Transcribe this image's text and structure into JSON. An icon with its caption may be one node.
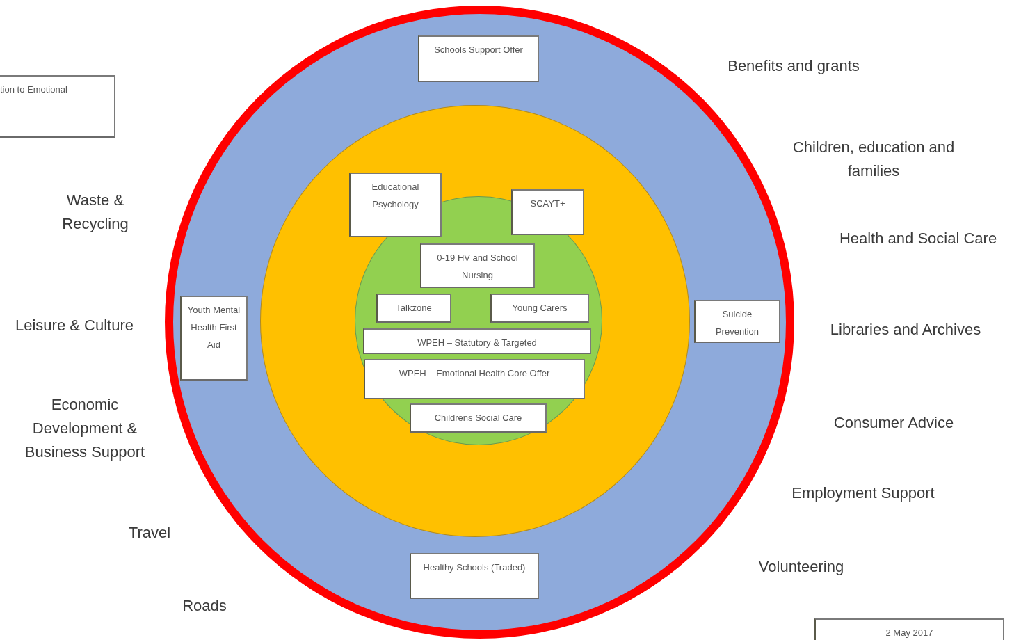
{
  "diagram": {
    "nodes": [
      {
        "text": [],
        "shape": "circle"
      },
      {
        "text": [],
        "shape": "circle",
        "in": 0
      },
      {
        "text": [],
        "shape": "circle",
        "in": 1
      },
      {
        "text": [
          "Schools Support Offer"
        ],
        "in": 0
      },
      {
        "text": [
          "Educational Psychology"
        ],
        "in": 1
      },
      {
        "text": [
          "SCAYT+"
        ],
        "in": 1
      },
      {
        "text": [
          "0-19 HV and School Nursing"
        ],
        "in": 2
      },
      {
        "text": [
          "Talkzone"
        ],
        "in": 2
      },
      {
        "text": [
          "Young Carers"
        ],
        "in": 2
      },
      {
        "text": [
          "WPEH – Statutory & Targeted"
        ],
        "in": 2
      },
      {
        "text": [
          "WPEH – Emotional Health Core Offer"
        ],
        "in": 2
      },
      {
        "text": [
          "Childrens Social Care"
        ],
        "in": 2
      },
      {
        "text": [
          "Youth Mental Health First Aid"
        ],
        "in": 0
      },
      {
        "text": [
          "Suicide Prevention"
        ],
        "in": 0
      },
      {
        "text": [
          "Healthy Schools (Traded)"
        ],
        "in": 0
      },
      {
        "text": [
          "tion to Emotional"
        ]
      },
      {
        "text": [
          "2 May 2017"
        ]
      }
    ],
    "labels": [
      "Benefits and grants",
      "Children, education and families",
      "Waste & Recycling",
      "Health and Social Care",
      "Leisure & Culture",
      "Libraries and Archives",
      "Economic Development & Business Support",
      "Consumer Advice",
      "Employment Support",
      "Travel",
      "Volunteering",
      "Roads"
    ]
  }
}
